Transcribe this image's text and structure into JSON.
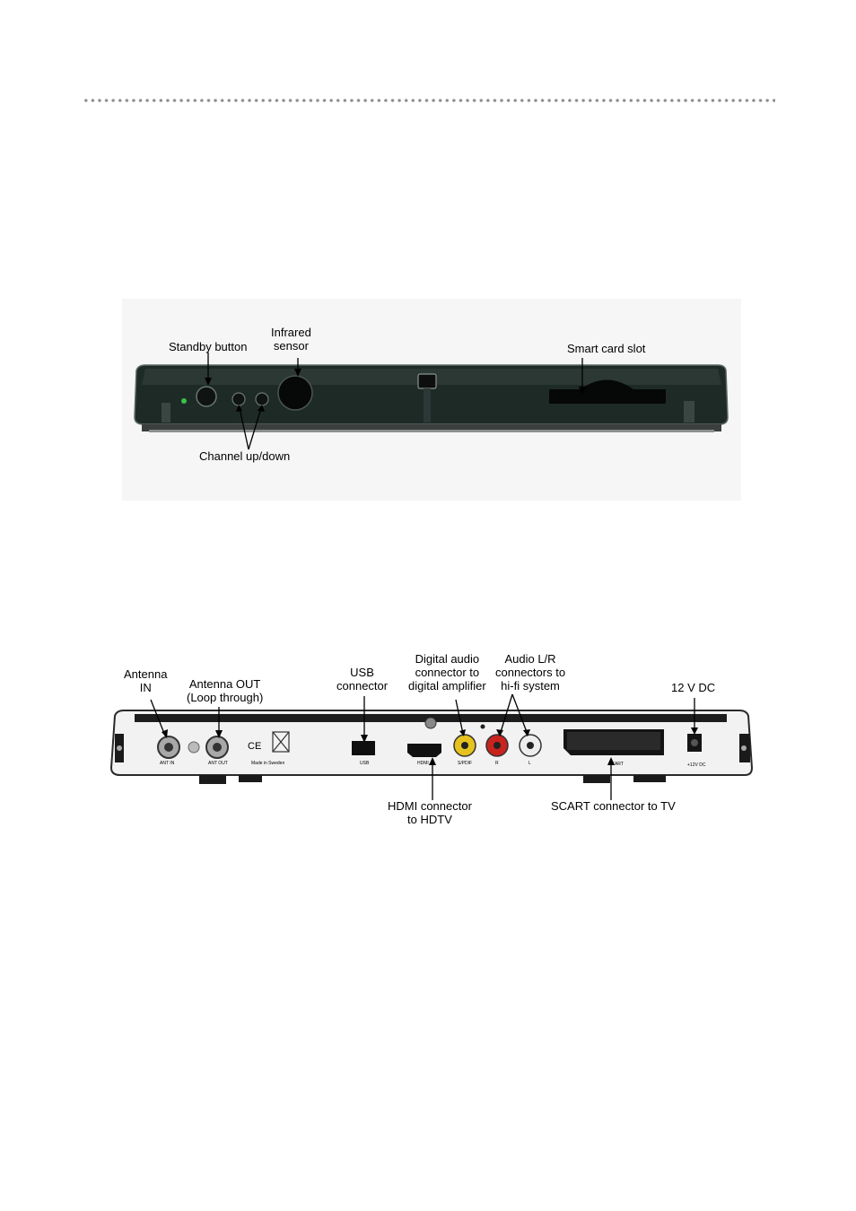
{
  "front_panel": {
    "standby_button": "Standby button",
    "infrared_sensor": [
      "Infrared",
      "sensor"
    ],
    "smart_card_slot": "Smart card slot",
    "channel_up_down": "Channel up/down"
  },
  "rear_panel": {
    "antenna_in": [
      "Antenna",
      "IN"
    ],
    "antenna_out": [
      "Antenna OUT",
      "(Loop through)"
    ],
    "usb_connector": [
      "USB",
      "connector"
    ],
    "digital_audio": [
      "Digital audio",
      "connector to",
      "digital amplifier"
    ],
    "audio_lr": [
      "Audio L/R",
      "connectors to",
      "hi-fi system"
    ],
    "dc_12v": "12 V DC",
    "hdmi_connector": [
      "HDMI connector",
      "to HDTV"
    ],
    "scart_connector": "SCART connector to TV",
    "port_labels": {
      "ant_in": "ANT IN",
      "ant_out": "ANT OUT",
      "made_in": "Made in Sweden",
      "ce_mark": "CE",
      "usb": "USB",
      "hdmi": "HDMI",
      "spdif": "S/PDIF",
      "r": "R",
      "l": "L",
      "scart": "SCART",
      "dc": "+12V DC"
    }
  }
}
